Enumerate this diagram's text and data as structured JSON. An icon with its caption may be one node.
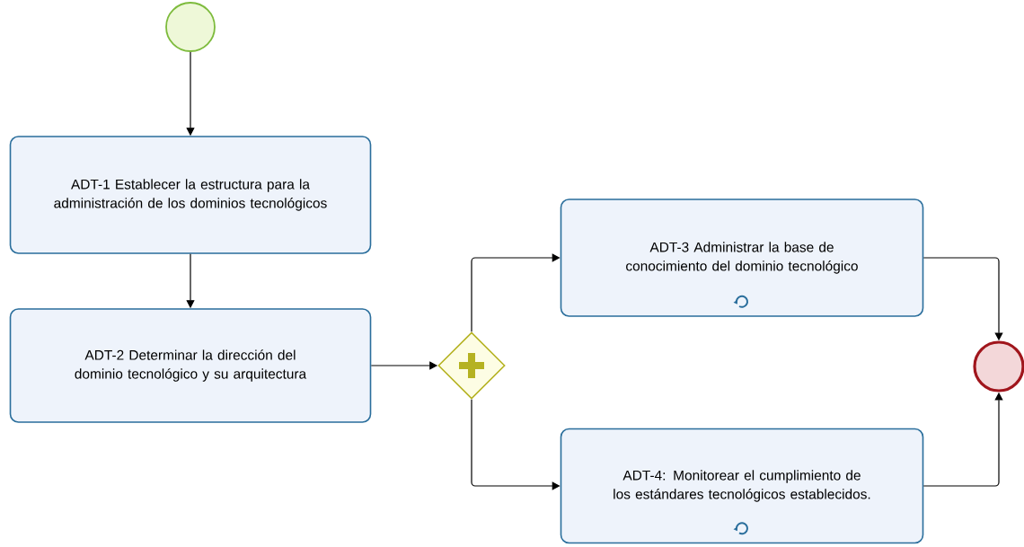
{
  "diagram": {
    "nodes": [
      {
        "text": [],
        "shape": "circle"
      },
      {
        "text": [
          "ADT-1 Establecer la estructura para la administración de los dominios tecnológicos"
        ]
      },
      {
        "text": [
          "ADT-2 Determinar la dirección del dominio tecnológico y su arquitectura"
        ]
      },
      {
        "text": [],
        "shape": "diamond"
      },
      {
        "text": [
          "ADT-3 Administrar la base de conocimiento del dominio tecnológico"
        ]
      },
      {
        "text": [
          "ADT-4: Monitorear el cumplimiento de los estándares tecnológicos establecidos."
        ]
      },
      {
        "text": [],
        "shape": "circle"
      }
    ],
    "edges": [
      {
        "from": 0,
        "to": 1,
        "arrow": "to"
      },
      {
        "from": 1,
        "to": 2,
        "arrow": "to"
      },
      {
        "from": 2,
        "to": 3,
        "arrow": "to"
      },
      {
        "from": 3,
        "to": 4,
        "arrow": "to"
      },
      {
        "from": 3,
        "to": 5,
        "arrow": "to"
      },
      {
        "from": 4,
        "to": 6,
        "arrow": "to"
      },
      {
        "from": 5,
        "to": 6,
        "arrow": "to"
      }
    ]
  }
}
